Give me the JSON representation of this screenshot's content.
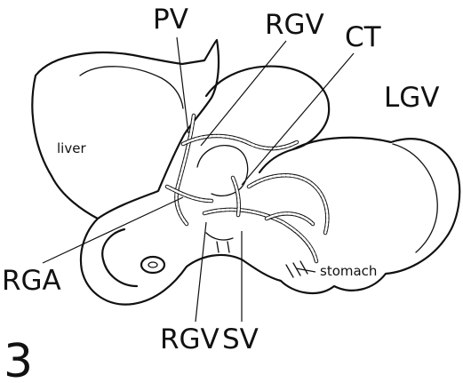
{
  "labels": {
    "pv": "PV",
    "rgv_top": "RGV",
    "ct": "CT",
    "lgv": "LGV",
    "liver": "liver",
    "rga": "RGA",
    "rgv_bottom": "RGV",
    "sv": "SV",
    "stomach": "stomach",
    "figure_number": "3"
  }
}
